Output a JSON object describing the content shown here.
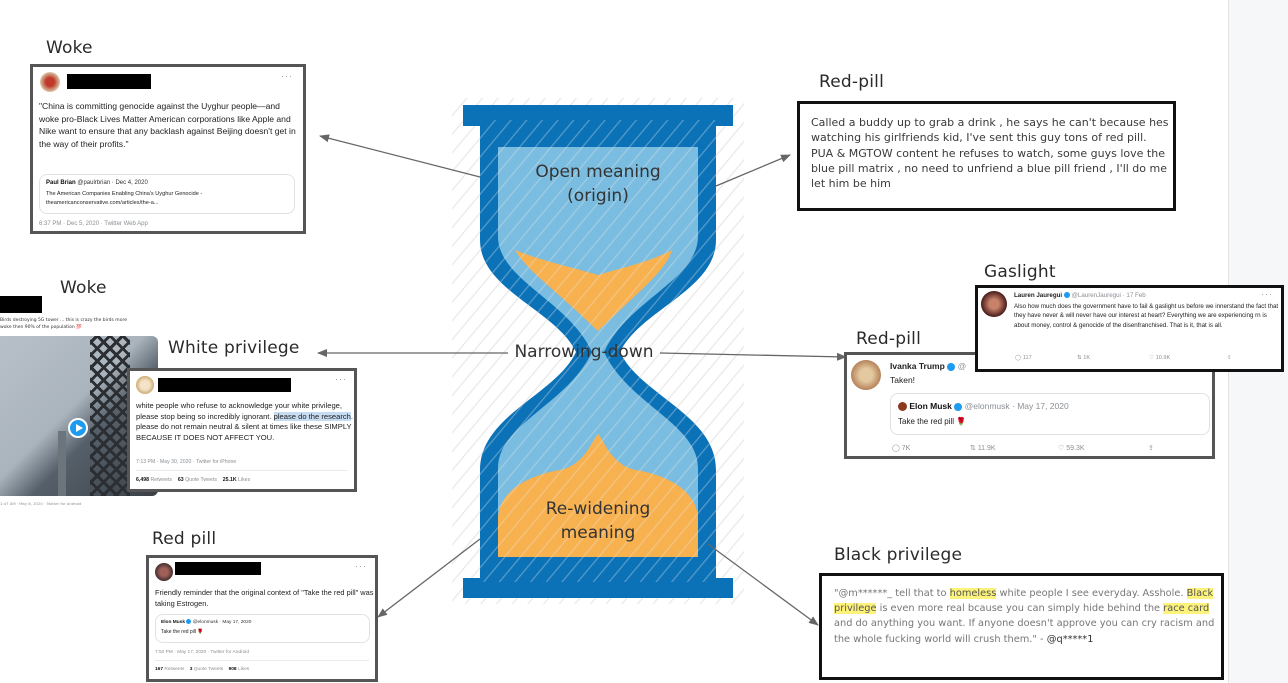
{
  "hourglass": {
    "top_label": "Open meaning\n(origin)",
    "top_label_line1": "Open meaning",
    "top_label_line2": "(origin)",
    "middle_label": "Narrowing-down",
    "bottom_label_line1": "Re-widening",
    "bottom_label_line2": "meaning",
    "colors": {
      "frame": "#0b72b8",
      "glass": "#7bbde0",
      "sand": "#f8b14f",
      "arrow": "#666666"
    }
  },
  "examples": {
    "woke_top": {
      "label": "Woke",
      "text": "\"China is committing genocide against the Uyghur people—and woke pro-Black Lives Matter American corporations like Apple and Nike want to ensure that any backlash against Beijing doesn't get in the way of their profits.\"",
      "quote_author": "Paul Brian",
      "quote_handle": "@paulrbrian · Dec 4, 2020",
      "quote_text_line1": "The American Companies Enabling China's Uyghur Genocide -",
      "quote_text_line2": "theamericanconservative.com/articles/the-a...",
      "meta": "6:37 PM · Dec 5, 2020 · Twitter Web App"
    },
    "woke_video": {
      "label": "Woke",
      "text_line1": "Birds destroying 5G tower ... this is crazy the birds more",
      "text_line2": "woke then 90% of the population 💯",
      "meta": "1:47 AM · May 8, 2020 · Twitter for Android"
    },
    "white_privilege": {
      "label": "White privilege",
      "text_before": "white people who refuse to acknowledge your white privilege, please stop being so incredibly ignorant. ",
      "text_highlight": "please do the research",
      "text_after": ". please do not remain neutral & silent at times like these SIMPLY BECAUSE IT DOES NOT AFFECT YOU.",
      "meta": "7:13 PM · May 30, 2020 · Twitter for iPhone",
      "retweets": "6,498",
      "retweets_label": "Retweets",
      "quotes": "63",
      "quotes_label": "Quote Tweets",
      "likes": "25.1K",
      "likes_label": "Likes"
    },
    "red_pill_bottom": {
      "label": "Red pill",
      "text": "Friendly reminder that the original context of \"Take the red pill\" was taking Estrogen.",
      "quote_author": "Elon Musk",
      "quote_handle": "@elonmusk · May 17, 2020",
      "quote_text": "Take the red pill 🌹",
      "meta": "7:52 PM · May 17, 2020 · Twitter for Android",
      "retweets": "167",
      "retweets_label": "Retweets",
      "quotes": "3",
      "quotes_label": "Quote Tweets",
      "likes": "908",
      "likes_label": "Likes"
    },
    "red_pill_top": {
      "label": "Red-pill",
      "text": "Called a buddy up to grab a drink , he says he can't because hes watching his girlfriends kid, I've sent this guy tons of red pill. PUA & MGTOW content he refuses to watch, some guys love the blue pill matrix , no need to unfriend a blue pill friend , I'll do me let him be him"
    },
    "gaslight": {
      "label": "Gaslight",
      "author": "Lauren Jauregui",
      "handle": "@LaurenJauregui · 17 Feb",
      "text": "Also how much does the government have to fail & gaslight us before we innerstand the fact that they have never & will never have our interest at heart? Everything we are experiencing rn is about money, control & genocide of the disenfranchised. That is it, that is all.",
      "replies": "117",
      "retweets": "1K",
      "likes": "10.9K"
    },
    "red_pill_ivanka": {
      "label": "Red-pill",
      "author": "Ivanka Trump",
      "handle": "@",
      "text": "Taken!",
      "quote_author": "Elon Musk",
      "quote_handle": "@elonmusk · May 17, 2020",
      "quote_text": "Take the red pill 🌹",
      "replies": "7K",
      "retweets": "11.9K",
      "likes": "59.3K"
    },
    "black_privilege": {
      "label": "Black privilege",
      "seg1": "\"@m******_ tell that to ",
      "hl1": "homeless",
      "seg2": " white people I see everyday. Asshole. ",
      "hl2": "Black privilege",
      "seg3": " is even more real bcause you can simply hide behind the ",
      "hl3": "race card",
      "seg4": " and do anything you want. If anyone doesn't approve you can cry racism and the whole fucking world will crush them.\" - ",
      "handle": "@q*****1"
    }
  }
}
